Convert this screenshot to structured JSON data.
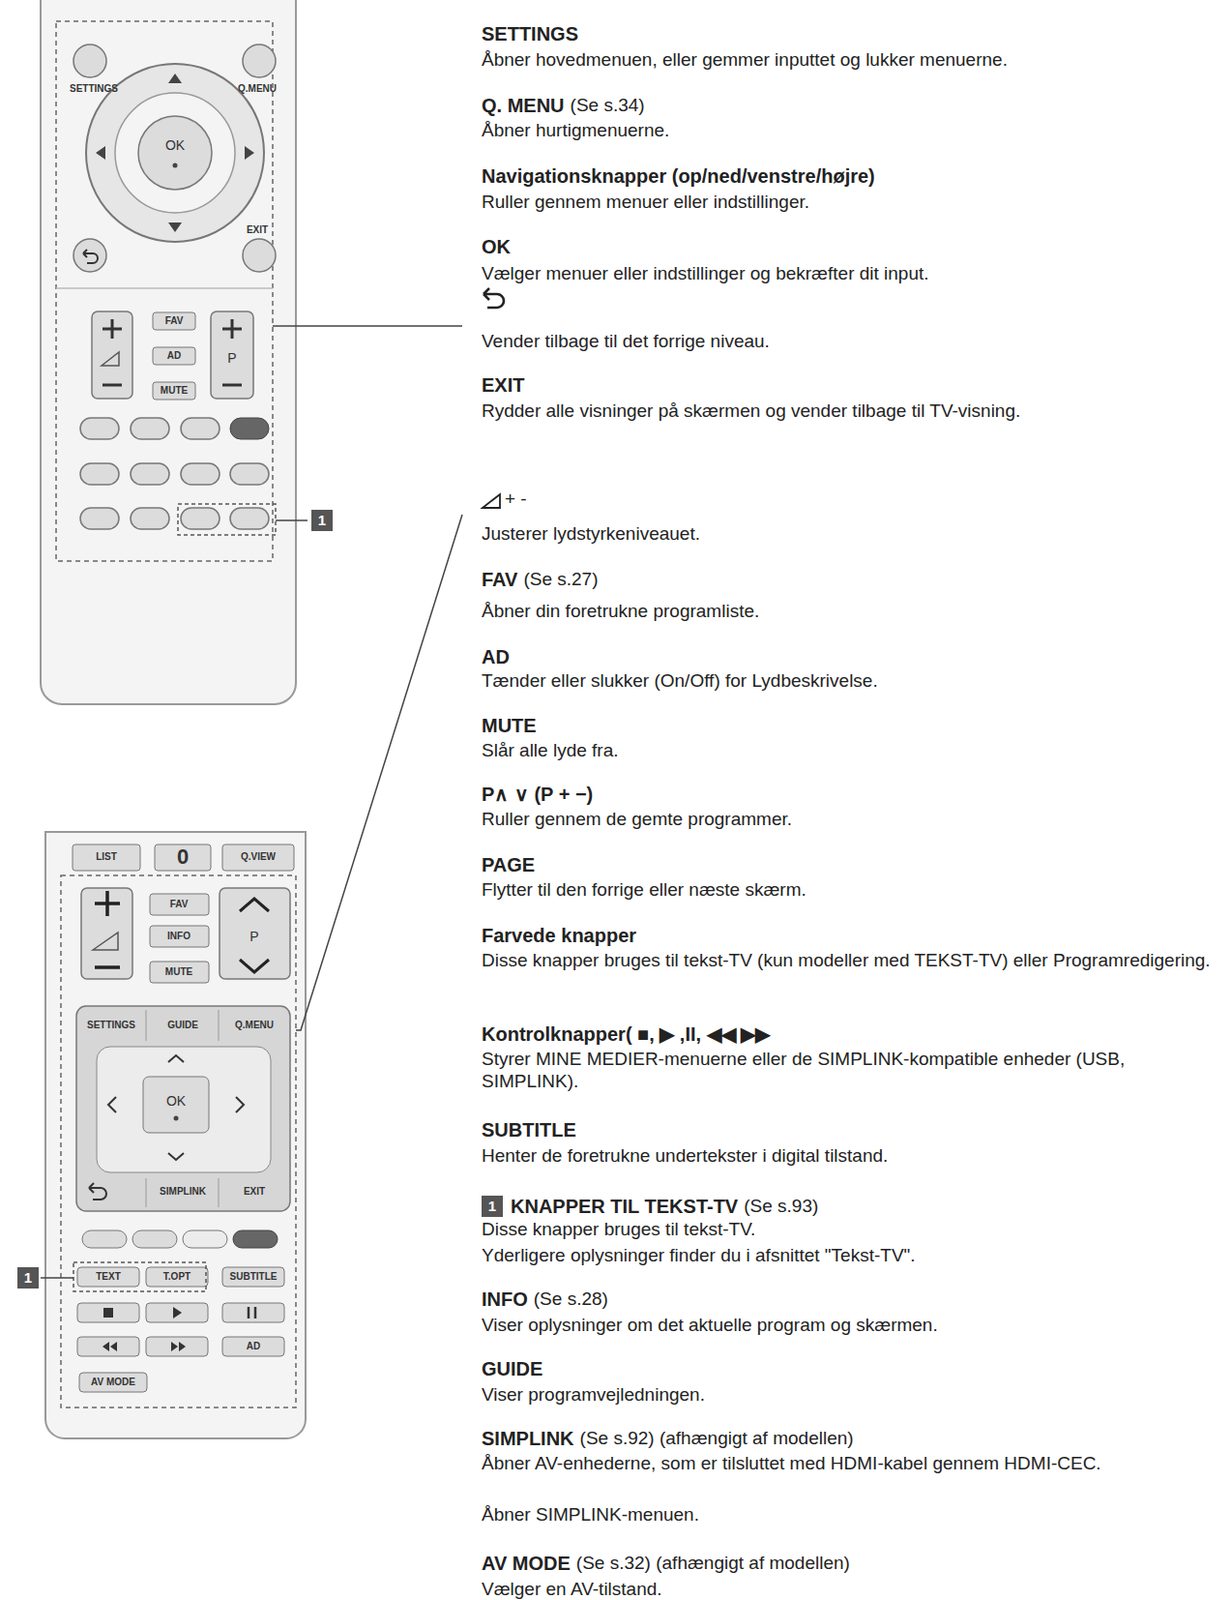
{
  "diagram": {
    "labels": [
      "SETTINGS",
      "Q.MENU",
      "OK",
      "EXIT",
      "FAV",
      "AD",
      "MUTE",
      "P",
      "1",
      "SETTINGS",
      "Åbner hovedmenuen, eller gemmer inputtet og lukker menuerne.",
      "Q. MENU",
      "(Se s.34)",
      "Åbner hurtigmenuerne.",
      "Navigationsknapper (op/ned/venstre/højre)",
      "Ruller gennem menuer eller indstillinger.",
      "OK",
      "Vælger menuer eller indstillinger og bekræfter dit input.",
      "Vender tilbage til det forrige niveau.",
      "EXIT",
      "Rydder alle visninger på skærmen og vender tilbage til TV-visning.",
      "+ -",
      "Justerer lydstyrkeniveauet.",
      "FAV",
      "(Se s.27)",
      "Åbner din foretrukne programliste.",
      "AD",
      "Tænder eller slukker (On/Off) for Lydbeskrivelse.",
      "MUTE",
      "Slår alle lyde fra.",
      "P∧ ∨ (P + −)",
      "Ruller gennem de gemte programmer.",
      "PAGE",
      "Flytter til den forrige eller næste skærm.",
      "Farvede knapper",
      "Disse knapper bruges til tekst-TV (kun modeller med TEKST-TV) eller Programredigering.",
      "Kontrolknapper( ■, ▶ ,II, ◀◀ ▶▶",
      "Styrer MINE MEDIER-menuerne eller de SIMPLINK-kompatible enheder (USB, SIMPLINK).",
      "SUBTITLE",
      "Henter de foretrukne undertekster i digital tilstand.",
      "1",
      "KNAPPER TIL TEKST-TV",
      "(Se s.93)",
      "Disse knapper bruges til tekst-TV.",
      "Yderligere oplysninger finder du i afsnittet \"Tekst-TV\".",
      "INFO",
      "(Se s.28)",
      "Viser oplysninger om det aktuelle program og skærmen.",
      "GUIDE",
      "Viser programvejledningen.",
      "SIMPLINK",
      "(Se s.92) (afhængigt af modellen)",
      "Åbner AV-enhederne, som er tilsluttet med HDMI-kabel gennem HDMI-CEC.",
      "Åbner SIMPLINK-menuen.",
      "AV MODE",
      "(Se s.32) (afhængigt af modellen)",
      "Vælger en AV-tilstand.",
      "LIST",
      "0",
      "Q.VIEW",
      "FAV",
      "INFO",
      "MUTE",
      "P",
      "SETTINGS",
      "GUIDE",
      "Q.MENU",
      "OK",
      "SIMPLINK",
      "EXIT",
      "TEXT",
      "T.OPT",
      "SUBTITLE",
      "AD",
      "AV MODE",
      "1"
    ]
  }
}
